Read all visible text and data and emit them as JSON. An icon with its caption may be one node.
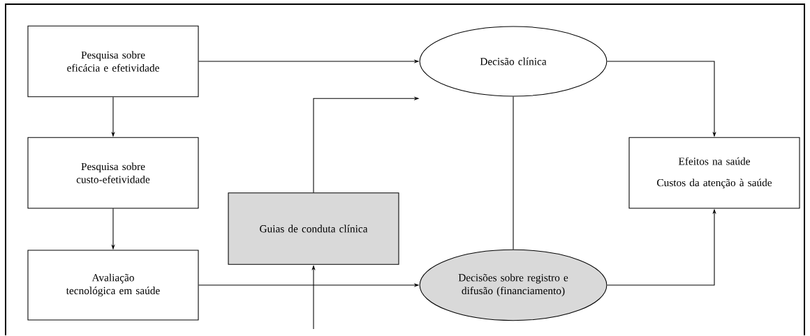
{
  "diagram": {
    "nodes": [
      {
        "text": [
          "Pesquisa sobre eficácia e efetividade"
        ]
      },
      {
        "text": [
          "Pesquisa sobre custo-efetividade"
        ]
      },
      {
        "text": [
          "Avaliação tecnológica em saúde"
        ]
      },
      {
        "text": [
          "Decisão clínica"
        ]
      },
      {
        "text": [
          "Guias de conduta clínica"
        ]
      },
      {
        "text": [
          "Decisões sobre registro e difusão (financiamento)"
        ]
      },
      {
        "text": [
          "Efeitos na saúde",
          "Custos da atenção à saúde"
        ]
      }
    ],
    "edges": [
      {
        "from": 0,
        "to": 3,
        "arrow": "to"
      },
      {
        "from": 0,
        "to": 1,
        "arrow": "to"
      },
      {
        "from": 1,
        "to": 2,
        "arrow": "to"
      },
      {
        "from": 4,
        "to": 3,
        "arrow": "to"
      },
      {
        "from": 3,
        "to": 5,
        "arrow": "none"
      },
      {
        "from": 2,
        "to": 5,
        "arrow": "to"
      },
      {
        "from": null,
        "to": 4,
        "arrow": "to"
      },
      {
        "from": 3,
        "to": 6,
        "arrow": "to"
      },
      {
        "from": 5,
        "to": 6,
        "arrow": "to"
      }
    ]
  }
}
